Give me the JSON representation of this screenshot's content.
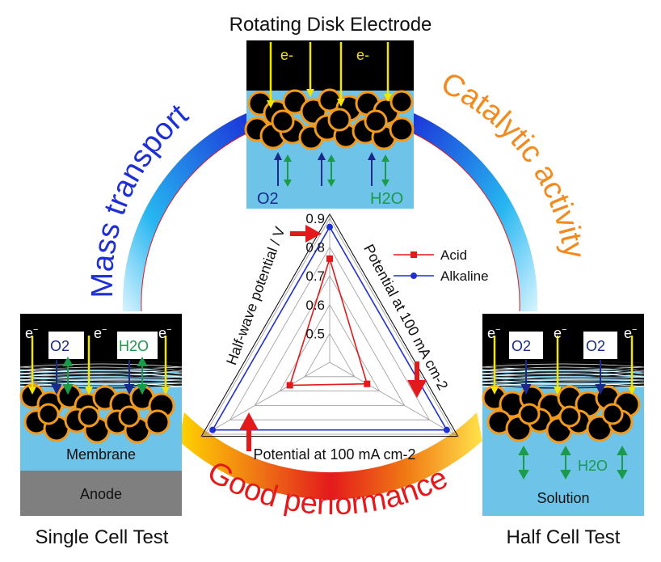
{
  "titles": {
    "rde": "Rotating Disk Electrode",
    "single": "Single Cell Test",
    "half": "Half Cell Test"
  },
  "arcs": {
    "mass_transport": "Mass transport",
    "catalytic_activity": "Catalytic activity",
    "good_performance": "Good performance"
  },
  "colors": {
    "electrolyte": "#6ec4e8",
    "acid": "#e31a1c",
    "alkaline": "#1f2fd6",
    "mass_transport": "#1f2fd6",
    "catalytic": "#f28a1e",
    "performance": "#e31a1c",
    "arrow_yellow": "#f2e600",
    "arrow_green": "#1a9a4a",
    "arrow_navy": "#1a2a8a"
  },
  "rde": {
    "electron_label_1": "e-",
    "electron_label_2": "e-",
    "o2": "O2",
    "h2o": "H2O"
  },
  "single_cell": {
    "electron_labels": [
      "e",
      "e",
      "e"
    ],
    "electron_sup": "−",
    "o2": "O2",
    "h2o": "H2O",
    "membrane": "Membrane",
    "anode": "Anode"
  },
  "half_cell": {
    "electron_labels": [
      "e",
      "e",
      "e"
    ],
    "electron_sup": "−",
    "o2_1": "O2",
    "o2_2": "O2",
    "h2o": "H2O",
    "solution": "Solution"
  },
  "chart_data": {
    "type": "radar",
    "axes": [
      "Half-wave potential / V",
      "Potential at 100 mA cm-2",
      "Potential at 100 mA cm-2"
    ],
    "ticks": [
      "0.5",
      "0.6",
      "0.7",
      "0.8",
      "0.9"
    ],
    "range": [
      0.4,
      0.9
    ],
    "series": [
      {
        "name": "Acid",
        "values": [
          0.76,
          0.55,
          0.56
        ]
      },
      {
        "name": "Alkaline",
        "values": [
          0.87,
          0.87,
          0.87
        ]
      }
    ],
    "legend_position": "top-right"
  }
}
